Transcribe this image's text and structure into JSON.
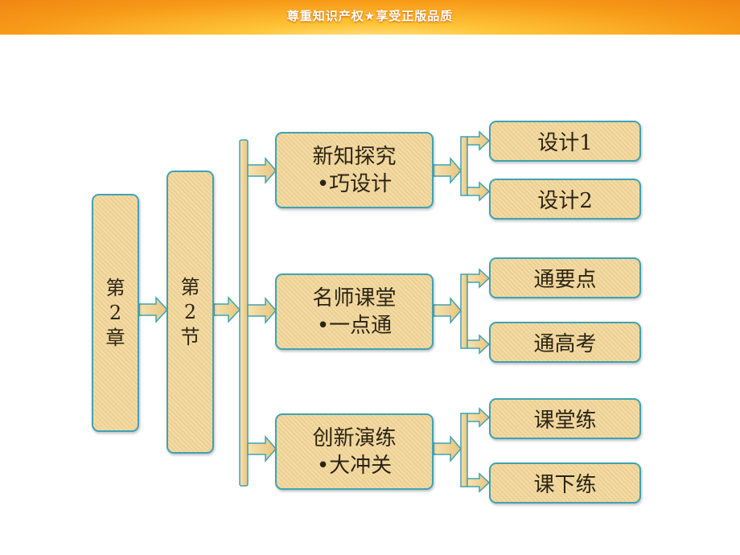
{
  "banner": {
    "text": "尊重知识产权★享受正版品质"
  },
  "chapter": {
    "lines": [
      "第",
      "2",
      "章"
    ]
  },
  "section": {
    "lines": [
      "第",
      "2",
      "节"
    ]
  },
  "groups": [
    {
      "line1": "新知探究",
      "line2": "•巧设计",
      "items": [
        "设计1",
        "设计2"
      ]
    },
    {
      "line1": "名师课堂",
      "line2": "•一点通",
      "items": [
        "通要点",
        "通高考"
      ]
    },
    {
      "line1": "创新演练",
      "line2": "•大冲关",
      "items": [
        "课堂练",
        "课下练"
      ]
    }
  ],
  "colors": {
    "box_fill": "#f3d79a",
    "box_border": "#3fa3b3",
    "banner": "#f79a18"
  }
}
